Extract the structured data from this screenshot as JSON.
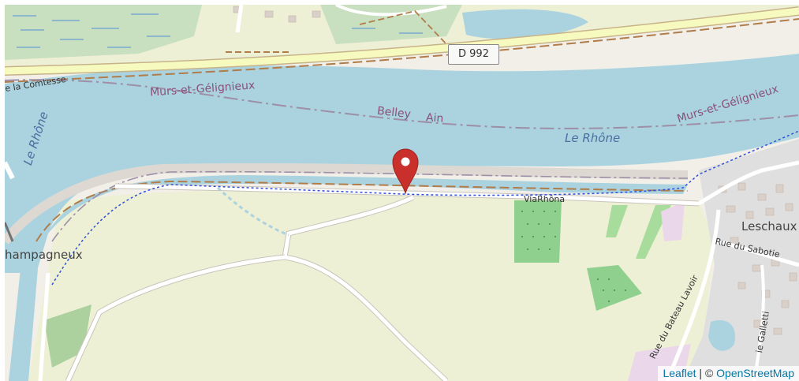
{
  "map": {
    "road_shield": "D 992",
    "labels": {
      "murs_left": "Murs-et-Gélignieux",
      "murs_right": "Murs-et-Gélignieux",
      "belley": "Belley",
      "ain": "Ain",
      "rhone_main": "Le Rhône",
      "rhone_left": "Le Rhône",
      "comtesse": "e la Comtesse",
      "viarhona": "ViaRhôna",
      "champagneux": "hampagneux",
      "leschaux": "Leschaux",
      "rue_sabotier": "Rue du Sabotie",
      "bateau_lavoir": "Rue du Bateau Lavoir",
      "galletti": "ie Galletti"
    },
    "marker_icon": "map-pin-icon"
  },
  "attribution": {
    "leaflet": "Leaflet",
    "separator": " | © ",
    "osm": "OpenStreetMap"
  },
  "colors": {
    "water": "#aad3df",
    "land": "#f2efe9",
    "farmland": "#eef0d5",
    "forest": "#add19e",
    "meadow": "#cdebb0",
    "main_road": "#f7fabf",
    "boundary": "#9e8fa8",
    "cycleway": "#b0845a",
    "marker": "#c9302c"
  }
}
